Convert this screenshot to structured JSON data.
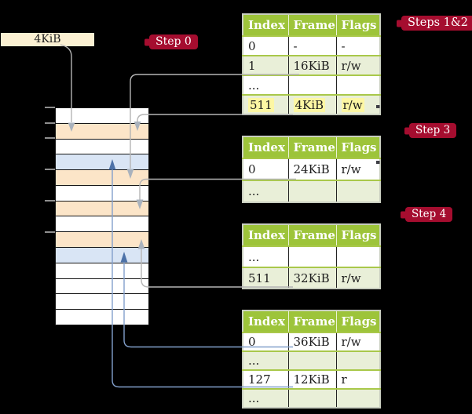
{
  "free_frame_box": {
    "label": "4KiB"
  },
  "badges": {
    "step0": {
      "label": "Step 0"
    },
    "steps12": {
      "label": "Steps 1&2"
    },
    "step3": {
      "label": "Step 3"
    },
    "step4": {
      "label": "Step 4"
    }
  },
  "memory_strip": {
    "row_colors": [
      "white",
      "orange",
      "white",
      "blue",
      "orange",
      "white",
      "orange",
      "white",
      "orange",
      "blue",
      "white",
      "white",
      "white",
      "white"
    ],
    "legend_hint": {
      "orange_hex": "#fce5c8",
      "blue_hex": "#d9e5f5",
      "white_hex": "#ffffff"
    }
  },
  "page_tables": [
    {
      "name": "table-steps-1-2",
      "headers": [
        "Index",
        "Frame",
        "Flags"
      ],
      "rows": [
        {
          "cells": [
            "0",
            "-",
            "-"
          ],
          "shaded": false,
          "highlighted": false
        },
        {
          "cells": [
            "1",
            "16KiB",
            "r/w"
          ],
          "shaded": true,
          "highlighted": false
        },
        {
          "cells": [
            "...",
            "",
            ""
          ],
          "shaded": false,
          "highlighted": false
        },
        {
          "cells": [
            "511",
            "4KiB",
            "r/w"
          ],
          "shaded": true,
          "highlighted": true
        }
      ]
    },
    {
      "name": "table-step-3",
      "headers": [
        "Index",
        "Frame",
        "Flags"
      ],
      "rows": [
        {
          "cells": [
            "0",
            "24KiB",
            "r/w"
          ],
          "shaded": false,
          "highlighted": false
        },
        {
          "cells": [
            "...",
            "",
            ""
          ],
          "shaded": true,
          "highlighted": false
        }
      ]
    },
    {
      "name": "table-step-4",
      "headers": [
        "Index",
        "Frame",
        "Flags"
      ],
      "rows": [
        {
          "cells": [
            "...",
            "",
            ""
          ],
          "shaded": false,
          "highlighted": false
        },
        {
          "cells": [
            "511",
            "32KiB",
            "r/w"
          ],
          "shaded": true,
          "highlighted": false
        }
      ]
    },
    {
      "name": "table-final",
      "headers": [
        "Index",
        "Frame",
        "Flags"
      ],
      "rows": [
        {
          "cells": [
            "0",
            "36KiB",
            "r/w"
          ],
          "shaded": false,
          "highlighted": false
        },
        {
          "cells": [
            "...",
            "",
            ""
          ],
          "shaded": true,
          "highlighted": false
        },
        {
          "cells": [
            "127",
            "12KiB",
            "r"
          ],
          "shaded": false,
          "highlighted": false
        },
        {
          "cells": [
            "...",
            "",
            ""
          ],
          "shaded": true,
          "highlighted": false
        }
      ]
    }
  ],
  "connectors": [
    {
      "from": "4KiB-box",
      "to": "memory-row-2",
      "color": "gray"
    },
    {
      "from": "table-steps-1-2 entry 1",
      "to": "memory-row-5",
      "color": "gray"
    },
    {
      "from": "table-steps-1-2 entry 511",
      "to": "memory-row-2",
      "color": "gray"
    },
    {
      "from": "table-step-3 entry 0",
      "to": "memory-row-7",
      "color": "gray"
    },
    {
      "from": "table-step-4 entry 511",
      "to": "memory-row-9",
      "color": "gray"
    },
    {
      "from": "table-final entry 0",
      "to": "memory-row-10",
      "color": "blue"
    },
    {
      "from": "table-final entry 127",
      "to": "memory-row-4",
      "color": "blue"
    }
  ],
  "colors": {
    "background": "#000000",
    "badge_red": "#a50d2f",
    "table_header_green": "#9dc43a",
    "table_shaded_row": "#e9efd8",
    "highlight_yellow": "#fdf7a3",
    "frame_box_cream": "#fbf0d2",
    "strip_table_orange": "#fce5c8",
    "strip_page_blue": "#d9e5f5",
    "connector_gray": "#b5b5b5",
    "connector_blue": "#82a0cc"
  }
}
